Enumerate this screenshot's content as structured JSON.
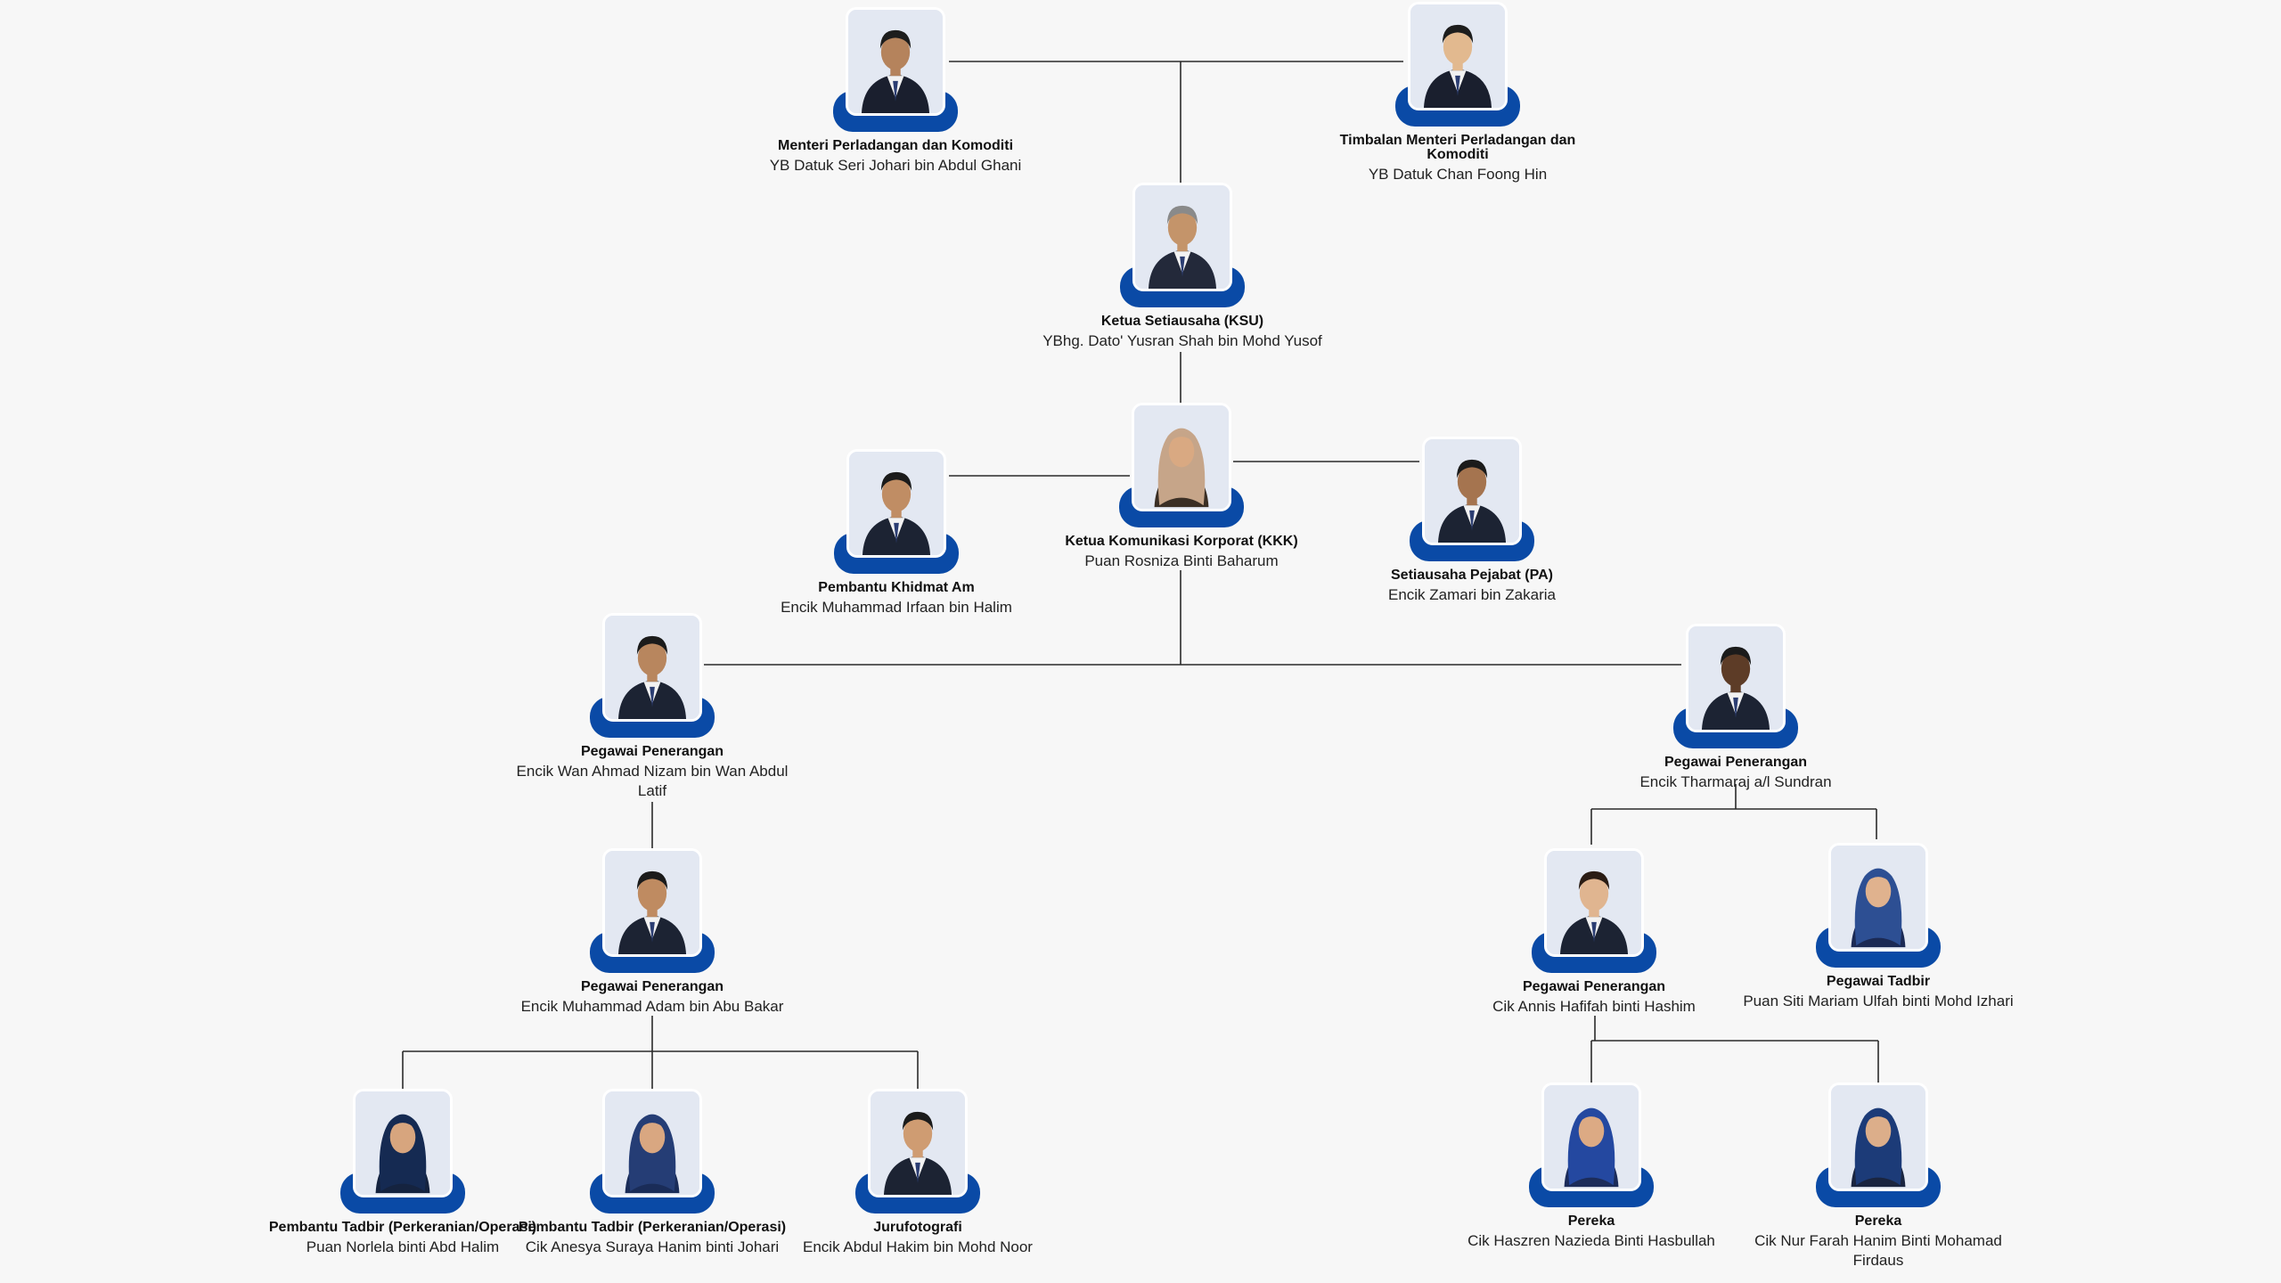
{
  "nodes": [
    {
      "id": "menteri",
      "role": "Menteri Perladangan dan Komoditi",
      "name": "YB Datuk Seri Johari bin Abdul Ghani",
      "skin": "#b5835c",
      "hair": "#1d1d1d",
      "attire": "#1a1f2e",
      "hijab": null
    },
    {
      "id": "timbalan",
      "role": "Timbalan Menteri Perladangan dan Komoditi",
      "name": "YB Datuk Chan Foong Hin",
      "skin": "#e2b98f",
      "hair": "#1d1d1d",
      "attire": "#1a1f2e",
      "hijab": null
    },
    {
      "id": "ksu",
      "role": "Ketua Setiausaha (KSU)",
      "name": "YBhg. Dato' Yusran Shah bin Mohd Yusof",
      "skin": "#c4946a",
      "hair": "#8a8a8a",
      "attire": "#23293a",
      "hijab": null
    },
    {
      "id": "kkk",
      "role": "Ketua Komunikasi Korporat (KKK)",
      "name": "Puan Rosniza Binti Baharum",
      "skin": "#d9a982",
      "hair": null,
      "attire": "#3b2f25",
      "hijab": "#c6a589"
    },
    {
      "id": "pka",
      "role": "Pembantu Khidmat Am",
      "name": "Encik Muhammad Irfaan bin Halim",
      "skin": "#c08d64",
      "hair": "#1b1b1b",
      "attire": "#1c2333",
      "hijab": null
    },
    {
      "id": "pa",
      "role": "Setiausaha Pejabat (PA)",
      "name": "Encik Zamari bin Zakaria",
      "skin": "#a5744f",
      "hair": "#1b1b1b",
      "attire": "#1c2333",
      "hijab": null
    },
    {
      "id": "pp_wan",
      "role": "Pegawai Penerangan",
      "name": "Encik Wan Ahmad Nizam bin Wan Abdul Latif",
      "skin": "#b8865e",
      "hair": "#1b1b1b",
      "attire": "#1c2333",
      "hijab": null
    },
    {
      "id": "pp_tharmaraj",
      "role": "Pegawai Penerangan",
      "name": "Encik Tharmaraj a/l Sundran",
      "skin": "#5d3c27",
      "hair": "#1b1b1b",
      "attire": "#1c2333",
      "hijab": null
    },
    {
      "id": "pp_adam",
      "role": "Pegawai Penerangan",
      "name": "Encik Muhammad Adam bin Abu Bakar",
      "skin": "#bf8b61",
      "hair": "#1b1b1b",
      "attire": "#1c2333",
      "hijab": null
    },
    {
      "id": "pp_annis",
      "role": "Pegawai Penerangan",
      "name": "Cik Annis Hafifah binti Hashim",
      "skin": "#e0b590",
      "hair": "#2a1c14",
      "attire": "#1c2333",
      "hijab": null
    },
    {
      "id": "ptadbir_siti",
      "role": "Pegawai Tadbir",
      "name": "Puan Siti Mariam Ulfah binti Mohd Izhari",
      "skin": "#e0b28e",
      "hair": null,
      "attire": "#1b2a55",
      "hijab": "#2d4f93"
    },
    {
      "id": "pt_norlela",
      "role": "Pembantu Tadbir (Perkeranian/Operasi)",
      "name": "Puan Norlela binti Abd Halim",
      "skin": "#d7a57e",
      "hair": null,
      "attire": "#15233f",
      "hijab": "#152a52"
    },
    {
      "id": "pt_anesya",
      "role": "Pembantu Tadbir (Perkeranian/Operasi)",
      "name": "Cik Anesya Suraya Hanim binti Johari",
      "skin": "#d9a781",
      "hair": null,
      "attire": "#1a2c58",
      "hijab": "#253d75"
    },
    {
      "id": "jurufoto",
      "role": "Jurufotografi",
      "name": "Encik Abdul Hakim bin Mohd Noor",
      "skin": "#cf9c72",
      "hair": "#1b1b1b",
      "attire": "#1c2333",
      "hijab": null
    },
    {
      "id": "pereka_haszren",
      "role": "Pereka",
      "name": "Cik Haszren Nazieda Binti Hasbullah",
      "skin": "#dcaa84",
      "hair": null,
      "attire": "#1c2c5a",
      "hijab": "#2448a0"
    },
    {
      "id": "pereka_farah",
      "role": "Pereka",
      "name": "Cik Nur Farah Hanim Binti Mohamad Firdaus",
      "skin": "#dcae8a",
      "hair": null,
      "attire": "#1a2540",
      "hijab": "#1c3b78"
    }
  ]
}
